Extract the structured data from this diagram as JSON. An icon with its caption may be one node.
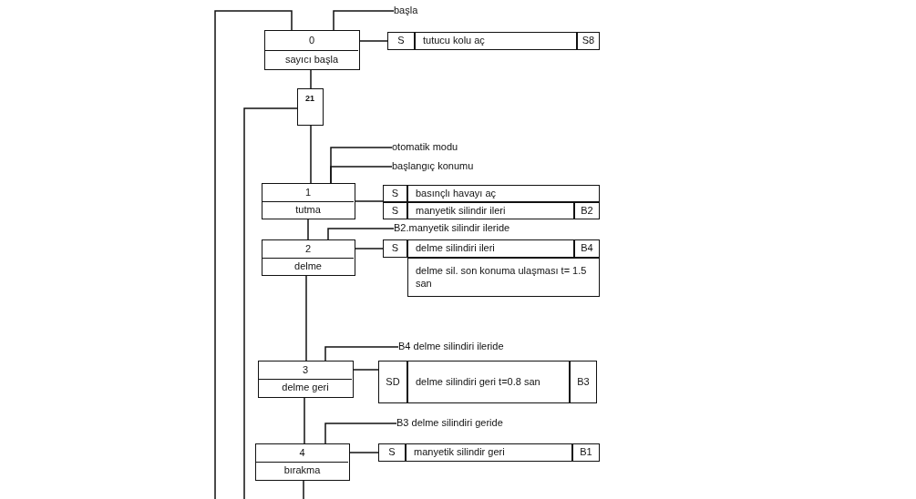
{
  "diagram": {
    "nodes": [
      {
        "text": [
          "başla"
        ]
      },
      {
        "text": [
          "0",
          "sayıcı başla"
        ]
      },
      {
        "text": [
          "S",
          "tutucu kolu aç",
          "S8"
        ]
      },
      {
        "text": [
          "21"
        ]
      },
      {
        "text": [
          "otomatik modu"
        ]
      },
      {
        "text": [
          "başlangıç konumu"
        ]
      },
      {
        "text": [
          "1",
          "tutma"
        ]
      },
      {
        "text": [
          "S",
          "basınçlı havayı aç",
          "S",
          "manyetik silindir ileri",
          "B2"
        ]
      },
      {
        "text": [
          "B2.manyetik silindir ileride"
        ]
      },
      {
        "text": [
          "2",
          "delme"
        ]
      },
      {
        "text": [
          "S",
          "delme silindiri ileri",
          "B4",
          "delme sil. son konuma ulaşması t= 1.5 san"
        ]
      },
      {
        "text": [
          "B4 delme silindiri ileride"
        ]
      },
      {
        "text": [
          "3",
          "delme geri"
        ]
      },
      {
        "text": [
          "SD",
          "delme silindiri geri t=0.8 san",
          "B3"
        ]
      },
      {
        "text": [
          "B3 delme silindiri geride"
        ]
      },
      {
        "text": [
          "4",
          "bırakma"
        ]
      },
      {
        "text": [
          "S",
          "manyetik silindir geri",
          "B1"
        ]
      }
    ],
    "edges": [
      {
        "from": 0,
        "to": 1,
        "arrow": "none"
      },
      {
        "from": 1,
        "to": 2,
        "arrow": "none"
      },
      {
        "from": 1,
        "to": 3,
        "arrow": "none"
      },
      {
        "from": 3,
        "to": 6,
        "arrow": "none"
      },
      {
        "from": 4,
        "to": 6,
        "arrow": "none"
      },
      {
        "from": 5,
        "to": 6,
        "arrow": "none"
      },
      {
        "from": 6,
        "to": 7,
        "arrow": "none"
      },
      {
        "from": 6,
        "to": 9,
        "arrow": "none"
      },
      {
        "from": 8,
        "to": 9,
        "arrow": "none"
      },
      {
        "from": 9,
        "to": 10,
        "arrow": "none"
      },
      {
        "from": 9,
        "to": 12,
        "arrow": "none"
      },
      {
        "from": 11,
        "to": 12,
        "arrow": "none"
      },
      {
        "from": 12,
        "to": 13,
        "arrow": "none"
      },
      {
        "from": 12,
        "to": 15,
        "arrow": "none"
      },
      {
        "from": 14,
        "to": 15,
        "arrow": "none"
      },
      {
        "from": 15,
        "to": 16,
        "arrow": "none"
      },
      {
        "from": 15,
        "to": null,
        "arrow": "none"
      },
      {
        "from": null,
        "to": 1,
        "arrow": "none"
      },
      {
        "from": null,
        "to": 3,
        "arrow": "none"
      }
    ]
  }
}
